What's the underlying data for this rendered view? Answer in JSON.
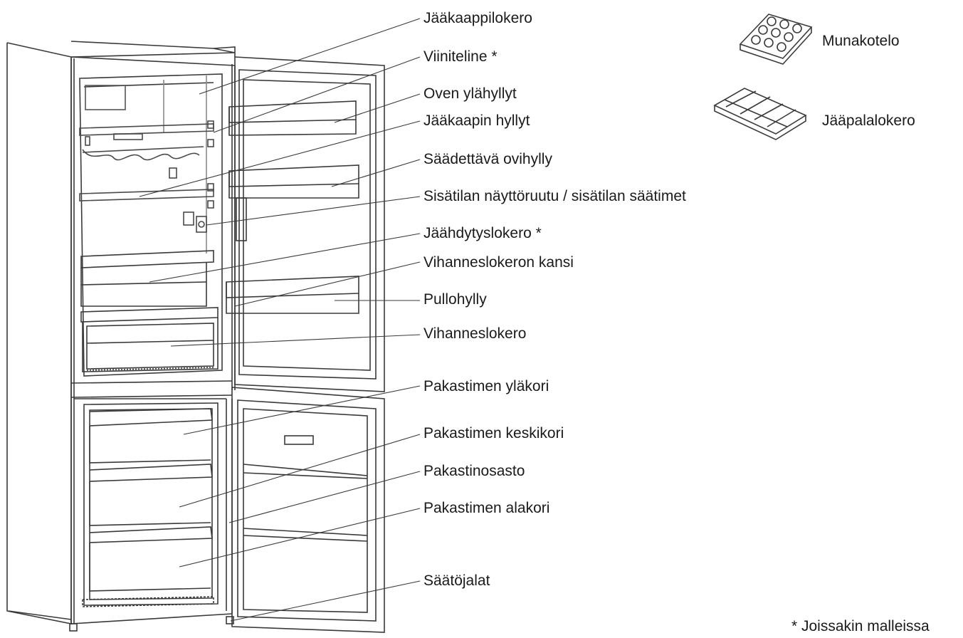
{
  "labels": [
    "Jääkaappilokero",
    "Viiniteline *",
    "Oven ylähyllyt",
    "Jääkaapin hyllyt",
    "Säädettävä ovihylly",
    "Sisätilan näyttöruutu / sisätilan säätimet",
    "Jäähdytyslokero *",
    "Vihanneslokeron kansi",
    "Pullohylly",
    "Vihanneslokero",
    "Pakastimen yläkori",
    "Pakastimen keskikori",
    "Pakastinosasto",
    "Pakastimen alakori",
    "Säätöjalat"
  ],
  "accessories": {
    "egg_tray": "Munakotelo",
    "ice_tray": "Jääpalalokero"
  },
  "footnote": "* Joissakin malleissa",
  "colors": {
    "line": "#3a3a3a",
    "text": "#1a1a1a",
    "shelf": "#9a9a9a"
  }
}
